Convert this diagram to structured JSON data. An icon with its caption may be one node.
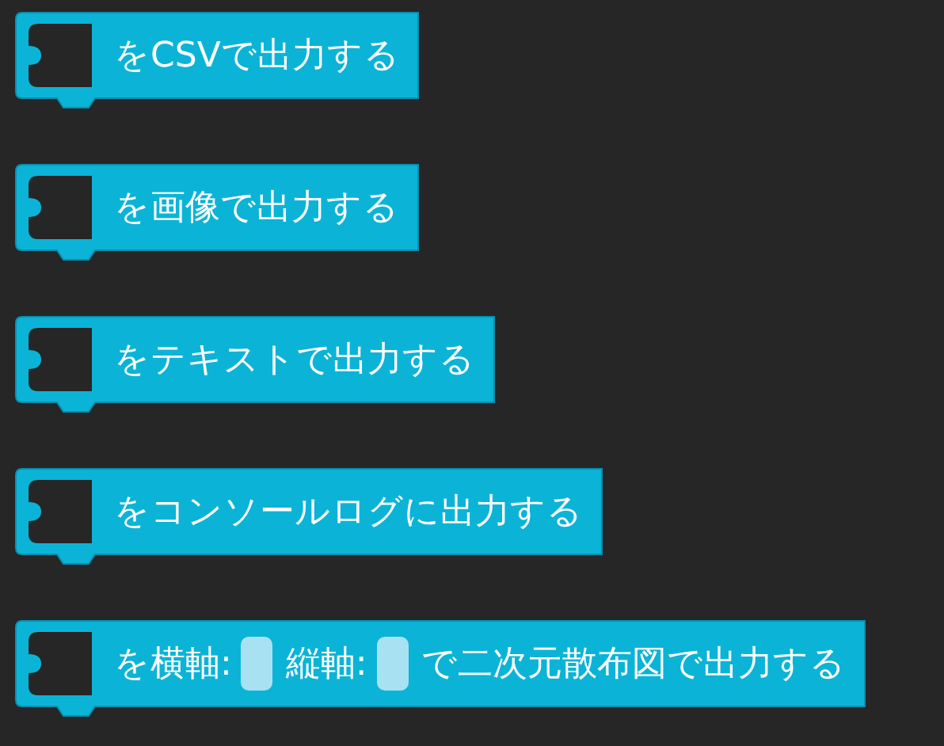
{
  "diagram": {
    "nodes": [
      {
        "text": [
          "をCSVで出力する"
        ]
      },
      {
        "text": [
          "を画像で出力する"
        ]
      },
      {
        "text": [
          "をテキストで出力する"
        ]
      },
      {
        "text": [
          "をコンソールログに出力する"
        ]
      },
      {
        "text": [
          "を横軸:",
          "縦軸:",
          "で二次元散布図で出力する"
        ]
      },
      {
        "text": [],
        "shape": "box",
        "in": 4
      },
      {
        "text": [],
        "shape": "box",
        "in": 4
      }
    ]
  }
}
